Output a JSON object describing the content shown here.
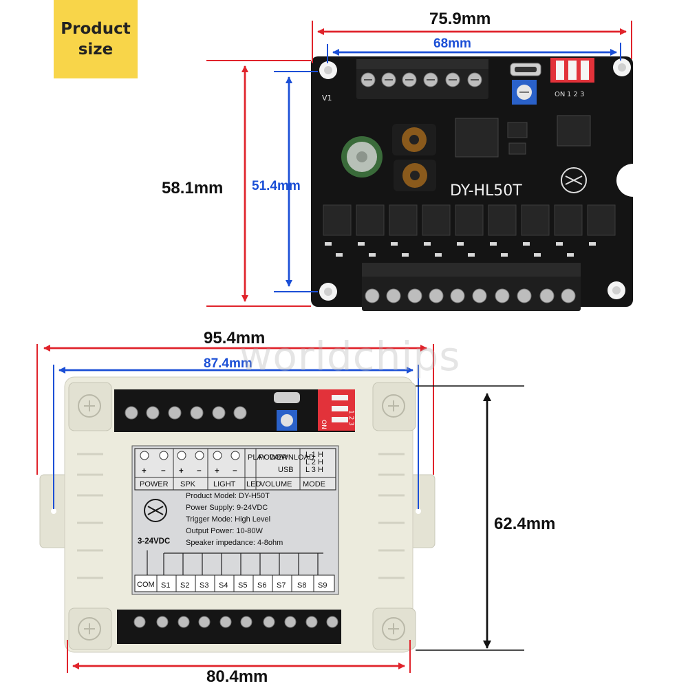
{
  "badge": {
    "line1": "Product",
    "line2": "size"
  },
  "watermark": "worldchips",
  "pcb": {
    "width_outer": "75.9mm",
    "width_inner": "68mm",
    "height_outer": "58.1mm",
    "height_inner": "51.4mm",
    "version": "V1",
    "model_silk": "DY-HL50T",
    "dip_on": "ON",
    "dip_nums": "1 2 3"
  },
  "enclosure": {
    "width_outer": "95.4mm",
    "width_inner": "87.4mm",
    "height": "62.4mm",
    "bottom_width": "80.4mm",
    "dip_on": "ON",
    "dip_nums": "1 2 3"
  },
  "label": {
    "top_row": [
      "POWER",
      "SPK",
      "LIGHT",
      "LED",
      "VOLUME",
      "USB",
      "MODE"
    ],
    "plus_minus": [
      "+",
      "−",
      "+",
      "−",
      "+",
      "−"
    ],
    "play": "PLAY",
    "power_small": "POWER",
    "download": "DOWNLOAD",
    "mode_rows": [
      "L 1 H",
      "L 2 H",
      "L 3 H"
    ],
    "specs": [
      "Product Model: DY-H50T",
      "Power Supply: 9-24VDC",
      "Trigger Mode: High Level",
      "Output Power: 10-80W",
      "Speaker impedance: 4-8ohm"
    ],
    "voltage": "3-24VDC",
    "terminals": [
      "COM",
      "S1",
      "S2",
      "S3",
      "S4",
      "S5",
      "S6",
      "S7",
      "S8",
      "S9"
    ]
  },
  "colors": {
    "badge": "#f8d549",
    "red_dim": "#e0232b",
    "blue_dim": "#1b4fd6",
    "pcb": "#141414",
    "case": "#ecebdd"
  }
}
